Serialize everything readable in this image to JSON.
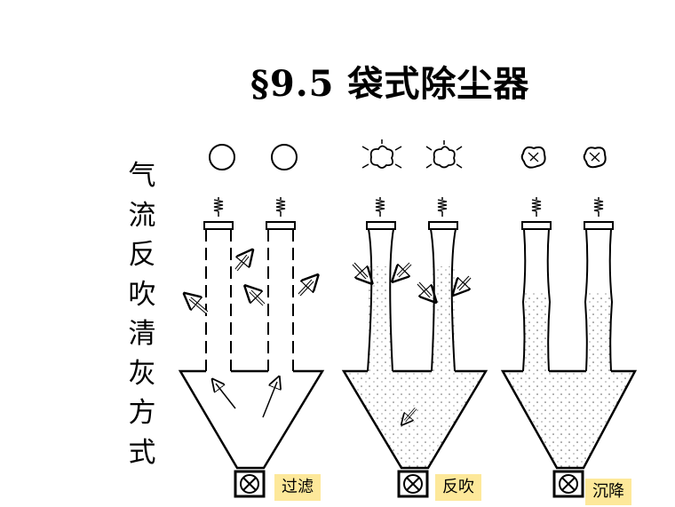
{
  "title": "§9.5  袋式除尘器",
  "side_label": [
    "气",
    "流",
    "反",
    "吹",
    "清",
    "灰",
    "方",
    "式"
  ],
  "stages": [
    {
      "label": "过滤"
    },
    {
      "label": "反吹"
    },
    {
      "label": "沉降"
    }
  ]
}
